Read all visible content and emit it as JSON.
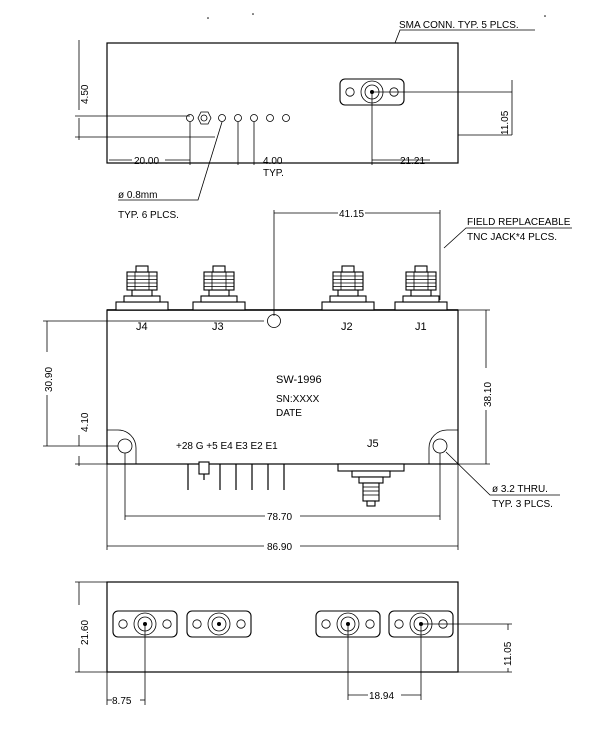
{
  "top_view": {
    "sma_note": "SMA CONN. TYP. 5 PLCS.",
    "dim_height": "4.50",
    "dim_left": "20.00",
    "dim_right": "21.21",
    "dim_vertical": "11.05",
    "pin_pitch": "4.00",
    "pin_pitch_note": "TYP.",
    "pin_dia": "ø 0.8mm",
    "pin_dia_note": "TYP. 6 PLCS."
  },
  "front_view": {
    "field_note_1": "FIELD REPLACEABLE",
    "field_note_2": "TNC JACK*4 PLCS.",
    "dim_top": "41.15",
    "dim_left": "30.90",
    "dim_left_small": "4.10",
    "dim_right": "38.10",
    "dim_inner": "78.70",
    "dim_overall": "86.90",
    "port_j4": "J4",
    "port_j3": "J3",
    "port_j2": "J2",
    "port_j1": "J1",
    "port_j5": "J5",
    "model": "SW-1996",
    "serial": "SN:XXXX",
    "date": "DATE",
    "pin_labels": "+28 G +5 E4 E3 E2 E1",
    "hole_note_1": "ø 3.2 THRU.",
    "hole_note_2": "TYP. 3 PLCS."
  },
  "bottom_view": {
    "dim_height": "21.60",
    "dim_vertical": "11.05",
    "dim_left": "8.75",
    "dim_pitch": "18.94"
  }
}
